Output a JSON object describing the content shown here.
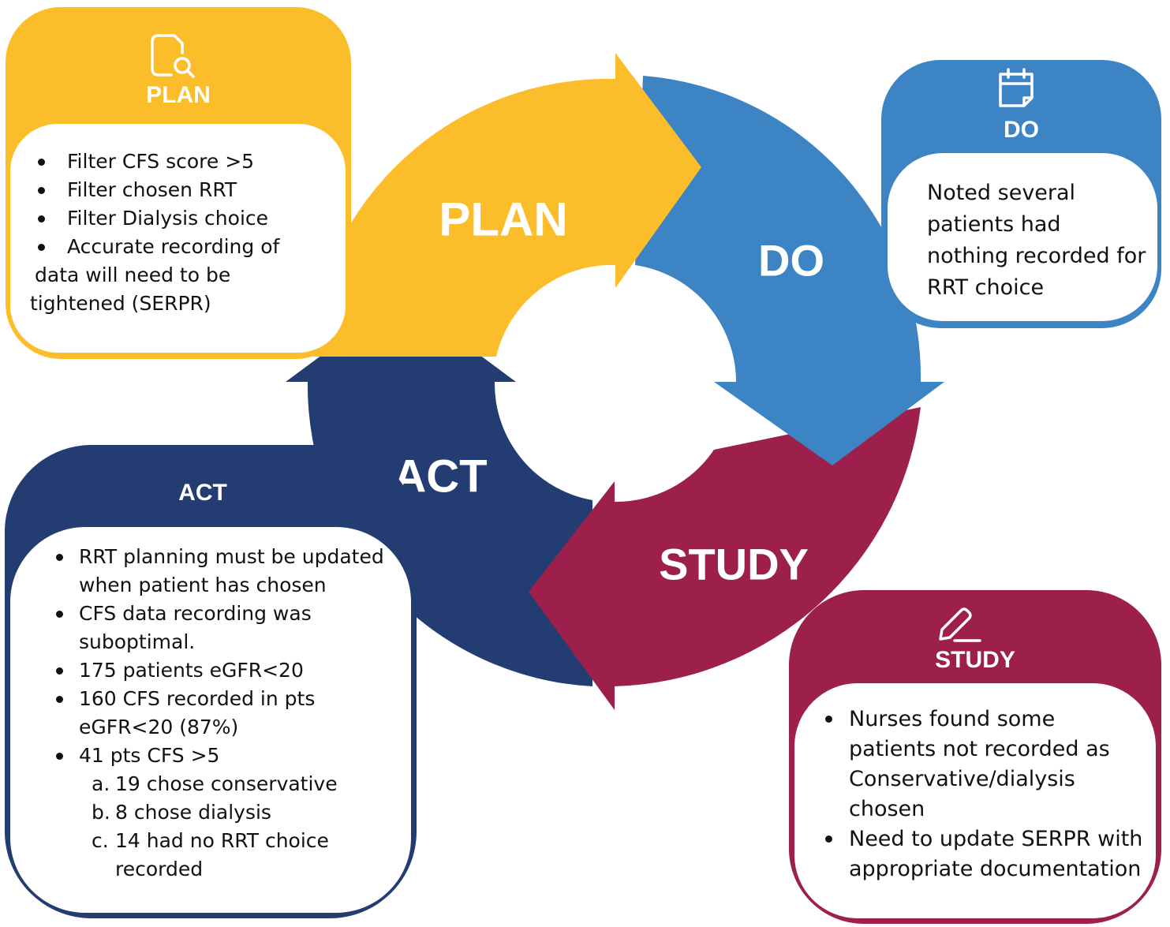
{
  "colors": {
    "plan": "#fbbe2a",
    "do": "#3c84c4",
    "study": "#9c1f4c",
    "act": "#233c72",
    "text": "#111111"
  },
  "cycle": {
    "plan": "PLAN",
    "do": "DO",
    "study": "STUDY",
    "act": "ACT"
  },
  "plan_card": {
    "icon": "document-search-icon",
    "title": "PLAN",
    "items": [
      "Filter CFS score >5",
      "Filter chosen RRT",
      "Filter Dialysis choice"
    ],
    "item4_line1": "Accurate recording of",
    "item4_line2": "data will need to be",
    "item4_line3": "tightened (SERPR)"
  },
  "do_card": {
    "icon": "calendar-icon",
    "title": "DO",
    "text": "Noted several patients had nothing recorded for RRT choice"
  },
  "study_card": {
    "icon": "pencil-icon",
    "title": "STUDY",
    "items": [
      "Nurses found some patients not recorded as Conservative/dialysis chosen",
      "Need to update SERPR with appropriate documentation"
    ]
  },
  "act_card": {
    "title": "ACT",
    "items": [
      "RRT planning must be updated when patient has chosen",
      "CFS data recording was suboptimal.",
      "175 patients eGFR<20",
      "160 CFS recorded in pts eGFR<20 (87%)",
      "41 pts CFS >5"
    ],
    "sub_markers": [
      "a.",
      "b.",
      "c."
    ],
    "sub_items": [
      "19 chose conservative",
      "8 chose dialysis",
      "14 had no RRT choice recorded"
    ]
  }
}
